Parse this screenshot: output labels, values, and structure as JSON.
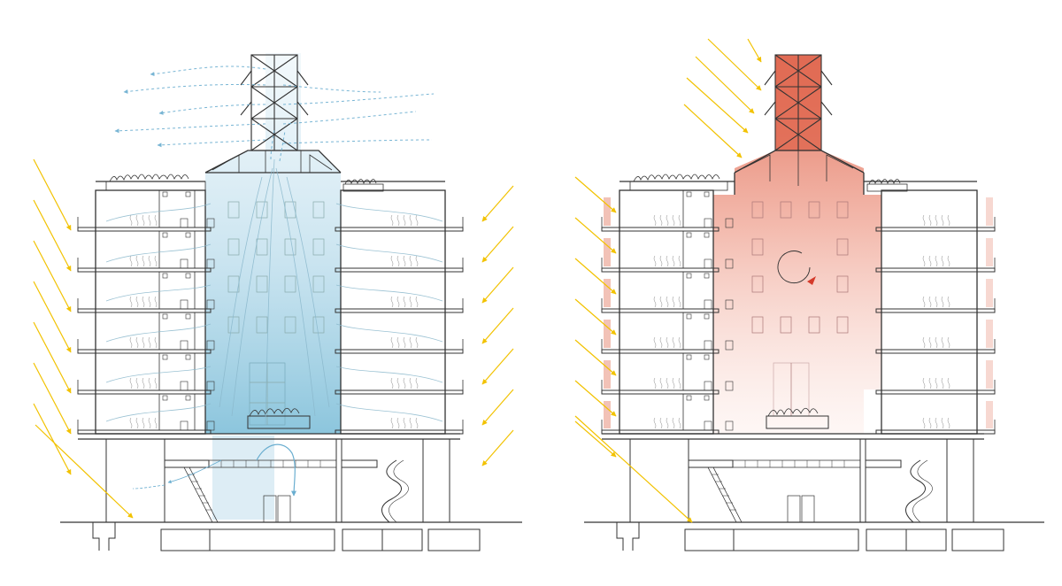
{
  "diagram": {
    "panels": [
      {
        "id": "summer",
        "mode": "cooling",
        "airflow": "upward-exhaust-through-tower",
        "accent_color": "#5aa6c4",
        "sun_color": "#f2c200",
        "floors": 6
      },
      {
        "id": "winter",
        "mode": "heating",
        "airflow": "recirculation",
        "accent_color": "#e07058",
        "sun_color": "#f2c200",
        "floors": 6
      }
    ],
    "colors": {
      "line": "#333333",
      "thin_line": "#7a7a7a",
      "cool_arrow": "#6aaed0",
      "rotation_arrow": "#d43a2a"
    }
  }
}
